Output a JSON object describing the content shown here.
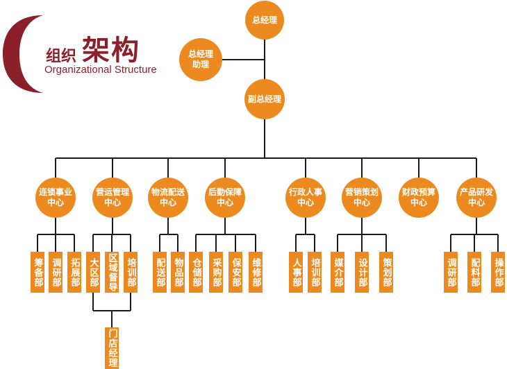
{
  "logo": {
    "title_small": "组织",
    "title_big": "架构",
    "subtitle": "Organizational Structure"
  },
  "colors": {
    "accent": "#ec8a1f",
    "brand": "#8b1f2a",
    "line": "#1a1a1a"
  },
  "top": {
    "gm": "总经理",
    "assistant": "总经理\n助理",
    "deputy": "副总经理"
  },
  "centers": [
    {
      "label": "连锁事业\n中心",
      "depts": [
        "筹备部",
        "调研部",
        "拓展部"
      ]
    },
    {
      "label": "营运管理\n中心",
      "depts": [
        "大区部",
        "区域督导",
        "培训部"
      ],
      "sub": "门店经理"
    },
    {
      "label": "物流配送\n中心",
      "depts": [
        "配送部",
        "物品部"
      ]
    },
    {
      "label": "后勤保障\n中心",
      "depts": [
        "仓储部",
        "采购部",
        "保安部",
        "维修部"
      ]
    },
    {
      "label": "行政人事\n中心",
      "depts": [
        "人事部",
        "培训部"
      ]
    },
    {
      "label": "营销策划\n中心",
      "depts": [
        "媒介部",
        "设计部",
        "策划部"
      ]
    },
    {
      "label": "财政预算\n中心",
      "depts": []
    },
    {
      "label": "产品研发\n中心",
      "depts": [
        "调研部",
        "配料部",
        "操作部"
      ]
    }
  ]
}
